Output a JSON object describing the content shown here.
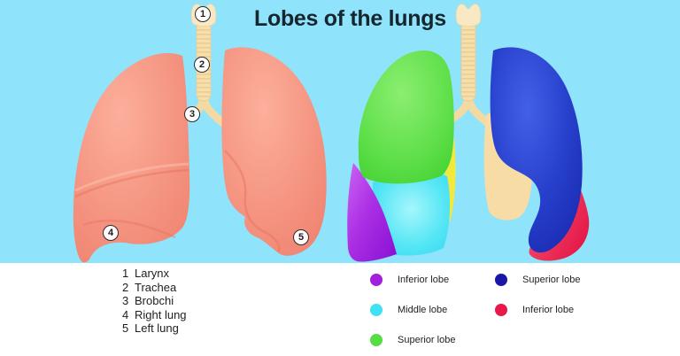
{
  "title": "Lobes of the lungs",
  "left_diagram": {
    "markers": [
      "1",
      "2",
      "3",
      "4",
      "5"
    ],
    "list": [
      {
        "number": "1",
        "label": "Larynx"
      },
      {
        "number": "2",
        "label": "Trachea"
      },
      {
        "number": "3",
        "label": "Brobchi"
      },
      {
        "number": "4",
        "label": "Right lung"
      },
      {
        "number": "5",
        "label": "Left lung"
      }
    ]
  },
  "right_diagram": {
    "legend": {
      "col1": [
        {
          "label": "Inferior lobe",
          "color": "#a21fe0"
        },
        {
          "label": "Middle lobe",
          "color": "#3fe2f2"
        },
        {
          "label": "Superior lobe",
          "color": "#55dd46"
        }
      ],
      "col2": [
        {
          "label": "Superior lobe",
          "color": "#1a17a8"
        },
        {
          "label": "Inferior lobe",
          "color": "#e8184a"
        }
      ]
    }
  },
  "colors": {
    "background": "#8fe3fb",
    "bottom_strip": "#ffffff",
    "lung_pink": "#f28b78",
    "trachea_beige": "#f6dfaa",
    "superior_lobe_right": "#4ed73b",
    "middle_lobe_right": "#3bdff2",
    "inferior_lobe_right": "#8e12d6",
    "lingular_strip_yellow": "#f2e93e",
    "superior_lobe_left": "#1b2db8",
    "inferior_lobe_left": "#e5123f",
    "hilum_cream": "#f8dca6",
    "title_text": "#16262e"
  }
}
